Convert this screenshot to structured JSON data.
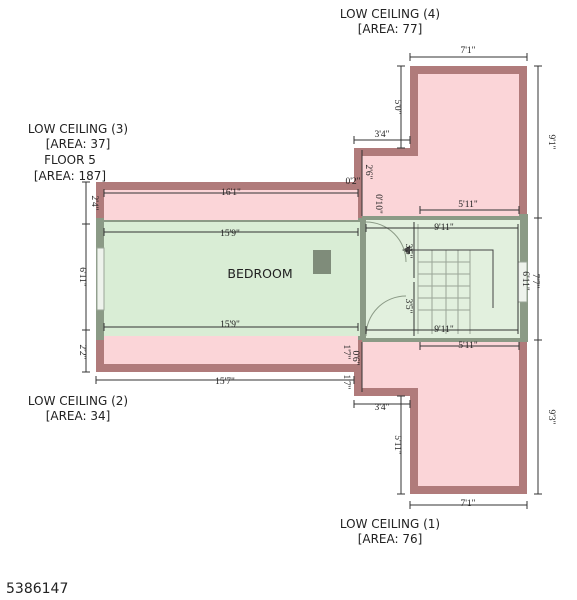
{
  "rooms": {
    "low_ceiling_4": {
      "name": "LOW CEILING (4)",
      "area": "[AREA: 77]"
    },
    "low_ceiling_3": {
      "name": "LOW CEILING (3)",
      "area": "[AREA: 37]"
    },
    "floor": {
      "name": "FLOOR 5",
      "area": "[AREA: 187]"
    },
    "low_ceiling_2": {
      "name": "LOW CEILING (2)",
      "area": "[AREA: 34]"
    },
    "low_ceiling_1": {
      "name": "LOW CEILING (1)",
      "area": "[AREA: 76]"
    },
    "bedroom": {
      "name": "BEDROOM"
    }
  },
  "dimensions": {
    "top_width": "7'1\"",
    "top_upper_height": "5'0\"",
    "top_right_height": "9'1\"",
    "top_notch_width": "3'4\"",
    "top_notch_height": "2'6\"",
    "top_inner_width": "5'11\"",
    "upper_band_width": "16'1\"",
    "upper_band_height": "2'4\"",
    "corner_small": "0'2\"",
    "corner_small_b": "0'10\"",
    "bedroom_top_width": "15'9\"",
    "bedroom_bottom_width": "15'9\"",
    "bedroom_height": "6'11\"",
    "stair_top_width": "9'11\"",
    "stair_bottom_width": "9'11\"",
    "stair_upper_height": "3'5\"",
    "stair_lower_height": "3'5\"",
    "stair_right_height": "6'11\"",
    "closet_right_height": "7'7\"",
    "lower_band_height": "2'2\"",
    "lower_band_width": "15'7\"",
    "bottom_corner_a": "1'7\"",
    "bottom_corner_b": "0'6\"",
    "bottom_corner_c": "1'7\"",
    "bottom_inner_width": "5'11\"",
    "bottom_notch_width": "3'4\"",
    "bottom_lower_height": "5'11\"",
    "bottom_right_height": "9'3\"",
    "bottom_width": "7'1\""
  },
  "colors": {
    "wall": "#b07b7b",
    "low_ceiling_fill": "#fbd5d8",
    "bedroom_fill": "#d9edd5",
    "stair_fill": "#e2f0de",
    "grey_wall": "#8b9a86"
  },
  "listing_id": "5386147"
}
